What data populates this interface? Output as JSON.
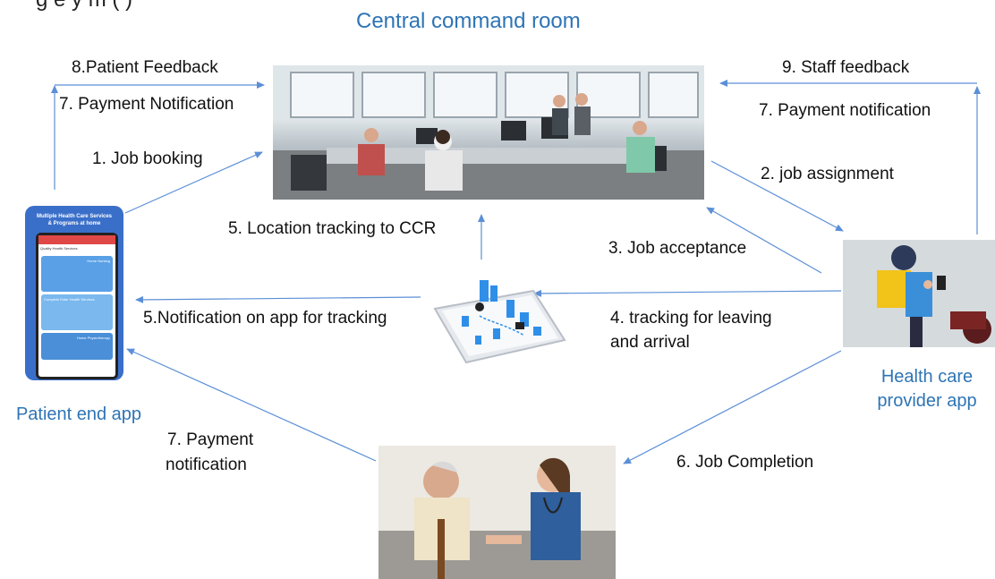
{
  "header": {
    "clipped_title": "g   e   y   m ( ) ",
    "central_title": "Central command room"
  },
  "nodes": {
    "patient_app_label": "Patient end app",
    "provider_app_label_line1": "Health care",
    "provider_app_label_line2": "provider app",
    "phone_screen_heading_line1": "Multiple Health Care Services",
    "phone_screen_heading_line2": "& Programs at home",
    "phone_tiles": [
      "Quality Health Services",
      "Home Nursing",
      "Complete Elder Health Services",
      "Home Physiotherapy"
    ]
  },
  "edges": {
    "patient_feedback": "8.Patient Feedback",
    "payment_notification_left": "7. Payment Notification",
    "job_booking": "1. Job booking",
    "location_tracking": "5. Location tracking to CCR",
    "notification_tracking": "5.Notification on app for tracking",
    "staff_feedback": "9. Staff feedback",
    "payment_notification_right": "7. Payment notification",
    "job_assignment": "2. job assignment",
    "job_acceptance": "3. Job acceptance",
    "tracking_line1": "4. tracking for leaving",
    "tracking_line2": "and arrival",
    "payment_bottom_line1": "7. Payment",
    "payment_bottom_line2": "notification",
    "job_completion": "6. Job Completion"
  },
  "colors": {
    "title_blue": "#2e74b5",
    "arrow_blue": "#5b8fd6"
  }
}
